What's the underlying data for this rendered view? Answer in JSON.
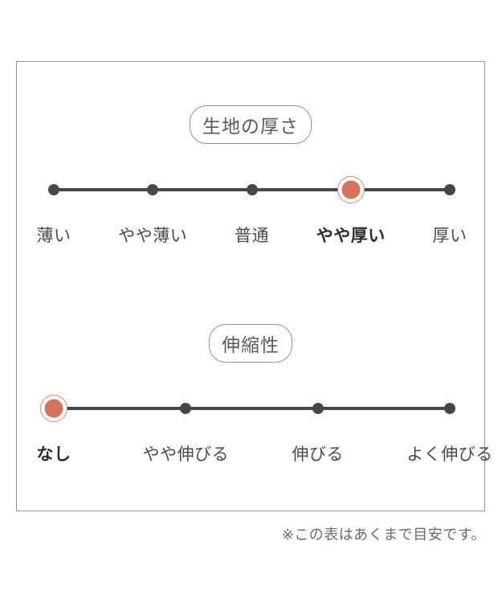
{
  "note": "※この表はあくまで目安です。",
  "colors": {
    "accent": "#d6735a",
    "accent_ring": "#c68d7a",
    "line": "#474747",
    "box_border": "#9b9b9b"
  },
  "scales": [
    {
      "title": "生地の厚さ",
      "options": [
        "薄い",
        "やや薄い",
        "普通",
        "やや厚い",
        "厚い"
      ],
      "selected_index": 3,
      "selected_label": "やや厚い"
    },
    {
      "title": "伸縮性",
      "options": [
        "なし",
        "やや伸びる",
        "伸びる",
        "よく伸びる"
      ],
      "selected_index": 0,
      "selected_label": "なし"
    }
  ]
}
